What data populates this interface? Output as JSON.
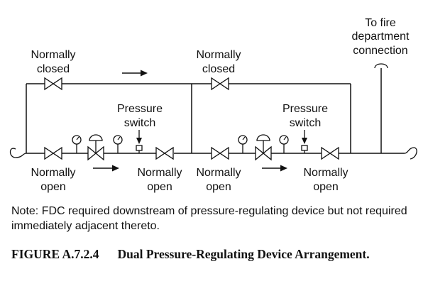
{
  "labels": {
    "fdc_line1": "To fire",
    "fdc_line2": "department",
    "fdc_line3": "connection",
    "nc_left_1": "Normally",
    "nc_left_2": "closed",
    "nc_right_1": "Normally",
    "nc_right_2": "closed",
    "ps_left_1": "Pressure",
    "ps_left_2": "switch",
    "ps_right_1": "Pressure",
    "ps_right_2": "switch",
    "no_1a": "Normally",
    "no_1b": "open",
    "no_2a": "Normally",
    "no_2b": "open",
    "no_3a": "Normally",
    "no_3b": "open",
    "no_4a": "Normally",
    "no_4b": "open"
  },
  "note": "Note: FDC required downstream of pressure-regulating device but not required immediately adjacent thereto.",
  "caption": {
    "number": "FIGURE A.7.2.4",
    "title": "Dual Pressure-Regulating Device Arrangement."
  },
  "colors": {
    "line": "#111111",
    "background": "#ffffff"
  }
}
